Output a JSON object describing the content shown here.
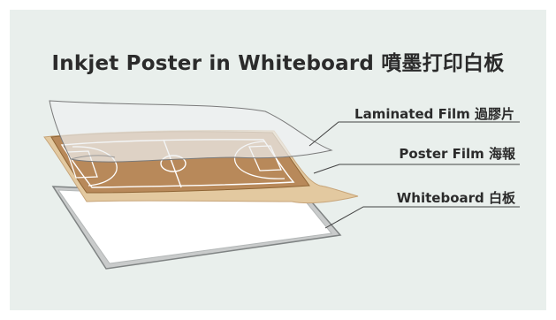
{
  "title": "Inkjet Poster in Whiteboard 噴墨打印白板",
  "layers": {
    "laminated": "Laminated Film 過膠片",
    "poster": "Poster Film 海報",
    "whiteboard": "Whiteboard 白板"
  },
  "colors": {
    "panel_bg": "#e9efec",
    "court_wood": "#b8895a",
    "poster_film": "#e3c9a0",
    "whiteboard_frame": "#c9cbcb",
    "whiteboard_surface": "#ffffff",
    "laminate": "#eef1f2"
  }
}
